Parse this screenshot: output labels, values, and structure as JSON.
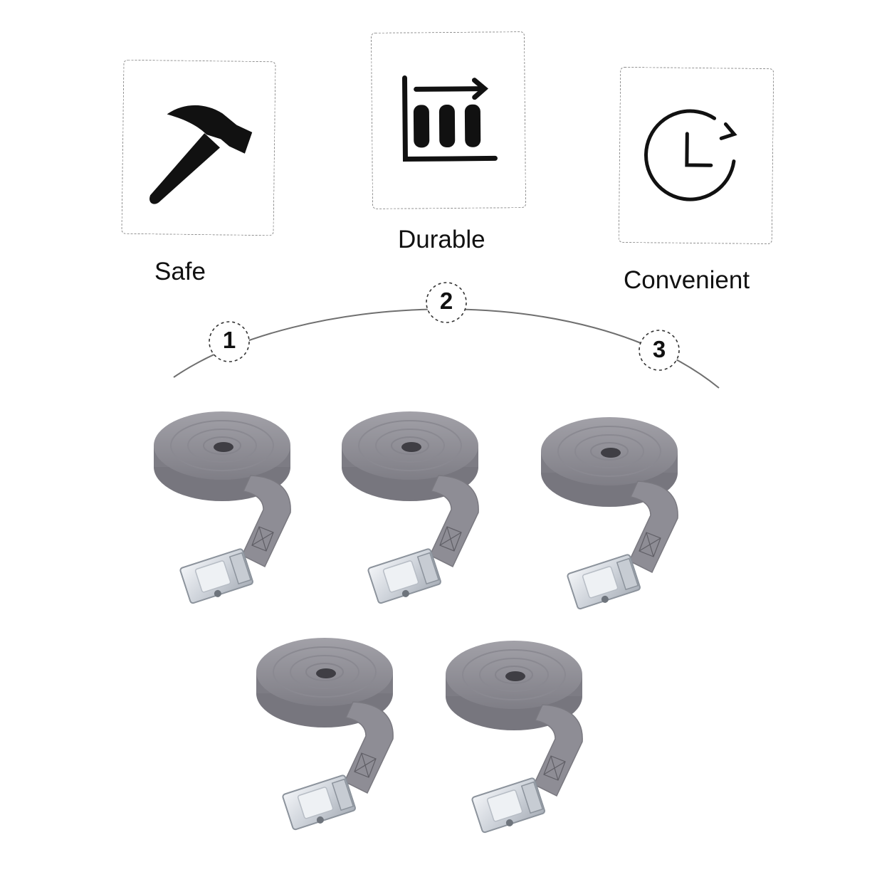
{
  "features": [
    {
      "label": "Safe",
      "icon": "hammer-icon"
    },
    {
      "label": "Durable",
      "icon": "bar-chart-icon"
    },
    {
      "label": "Convenient",
      "icon": "clock-refresh-icon"
    }
  ],
  "steps": [
    "1",
    "2",
    "3"
  ],
  "product": {
    "item": "cam-buckle-strap",
    "count": 5,
    "strap_color": "#8e8d95",
    "buckle_color": "#d9dde3"
  }
}
